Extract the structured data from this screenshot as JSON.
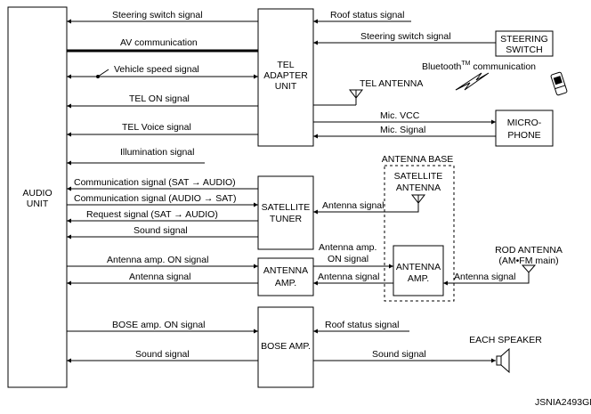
{
  "blocks": {
    "audio_unit": [
      "AUDIO",
      "UNIT"
    ],
    "tel_adapter": [
      "TEL",
      "ADAPTER",
      "UNIT"
    ],
    "steering_switch": [
      "STEERING",
      "SWITCH"
    ],
    "microphone": [
      "MICRO-",
      "PHONE"
    ],
    "satellite_tuner": [
      "SATELLITE",
      "TUNER"
    ],
    "antenna_amp_left": [
      "ANTENNA",
      "AMP."
    ],
    "antenna_amp_right": [
      "ANTENNA",
      "AMP."
    ],
    "bose_amp": "BOSE AMP.",
    "satellite_antenna": [
      "SATELLITE",
      "ANTENNA"
    ]
  },
  "labels": {
    "antenna_base": "ANTENNA BASE",
    "tel_antenna": "TEL ANTENNA",
    "rod_antenna": [
      "ROD ANTENNA",
      "(AM•FM main)"
    ],
    "each_speaker": "EACH SPEAKER",
    "bluetooth": [
      "Bluetooth",
      "TM",
      " communication"
    ],
    "code": "JSNIA2493GB"
  },
  "signals": {
    "steering_switch_left": "Steering switch signal",
    "roof_status_tel": "Roof status signal",
    "av_communication": "AV communication",
    "steering_switch_right": "Steering switch signal",
    "vehicle_speed": "Vehicle speed signal",
    "tel_on": "TEL ON signal",
    "tel_voice": "TEL Voice signal",
    "mic_vcc": "Mic. VCC",
    "mic_signal": "Mic. Signal",
    "illumination": "Illumination signal",
    "comm_sat_audio": "Communication signal (SAT → AUDIO)",
    "comm_audio_sat": "Communication signal (AUDIO → SAT)",
    "request_sat_audio": "Request signal (SAT → AUDIO)",
    "sound_sat": "Sound signal",
    "antenna_sat": "Antenna signal",
    "antenna_amp_on_left": "Antenna amp. ON signal",
    "antenna_left": "Antenna signal",
    "antenna_amp_on_mid": [
      "Antenna amp.",
      "ON signal"
    ],
    "antenna_mid": "Antenna signal",
    "antenna_right": "Antenna signal",
    "bose_amp_on": "BOSE amp. ON signal",
    "roof_status_bose": "Roof status signal",
    "sound_bose_left": "Sound signal",
    "sound_bose_right": "Sound signal"
  }
}
